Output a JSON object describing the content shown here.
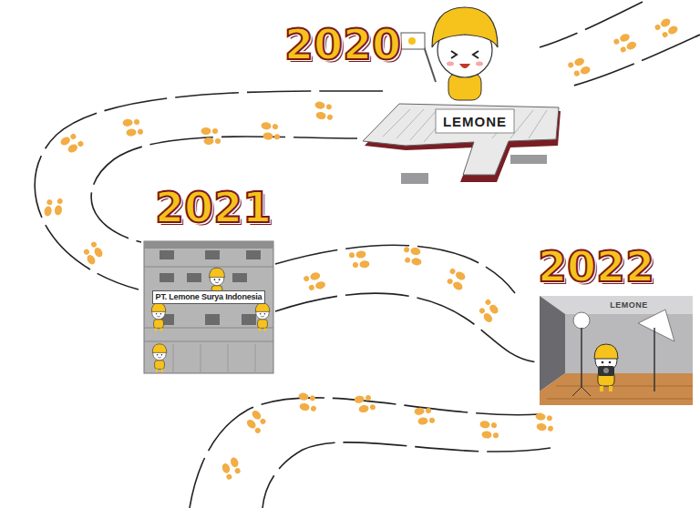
{
  "diagram": {
    "labels": [
      "2020",
      "LEMONE",
      "2021",
      "PT. Lemone Surya Indonesia",
      "2022",
      "LEMONE"
    ]
  }
}
